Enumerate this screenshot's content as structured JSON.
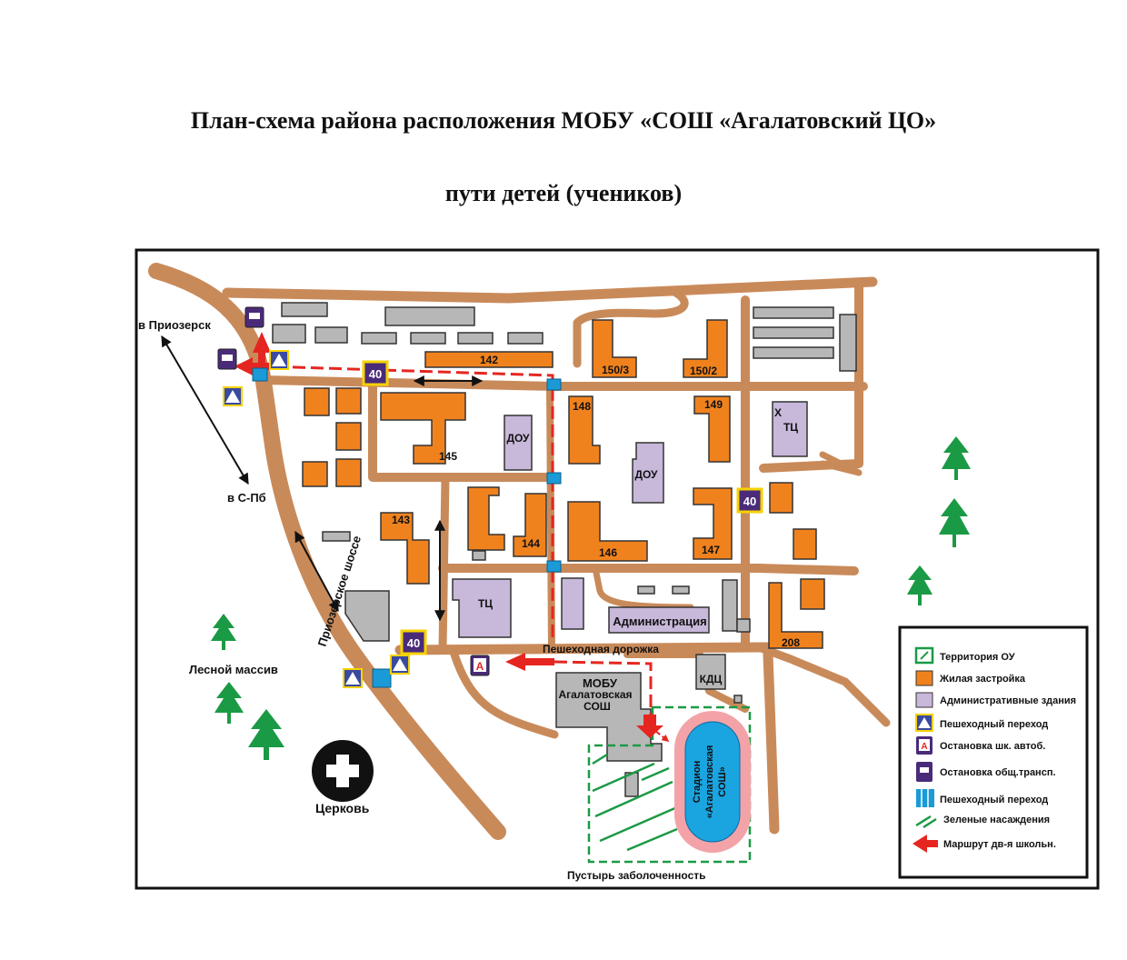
{
  "header": {
    "title": "План-схема района расположения МОБУ «СОШ «Агалатовский ЦО»",
    "subtitle": "пути детей (учеников)"
  },
  "colors": {
    "road": "#c98a5a",
    "residential": "#f0821e",
    "admin": "#c8b8da",
    "other_building": "#b7b7b7",
    "route": "#e52620",
    "crossing": "#1a9ad6",
    "tree": "#1b9a45",
    "school_boundary": "#1b9a45",
    "stadium_track": "#f3a3a8",
    "stadium_field": "#1aa4e0",
    "bus_sign": "#4a2b7a",
    "speed_sign_border": "#f6d200"
  },
  "map": {
    "directions": {
      "north": "в Приозерск",
      "south": "в С-Пб"
    },
    "road_names": {
      "highway": "Приозерское шоссе",
      "footpath": "Пешеходная дорожка"
    },
    "houses": {
      "h142": "142",
      "h150_3": "150/3",
      "h150_2": "150/2",
      "h148": "148",
      "h149": "149",
      "h145": "145",
      "h143": "143",
      "h144": "144",
      "h146": "146",
      "h147": "147",
      "h208": "208"
    },
    "admin_buildings": {
      "dou1": "ДОУ",
      "dou2": "ДОУ",
      "tc1": "ТЦ",
      "tc2": "ТЦ",
      "tc2_mark": "Х",
      "administration": "Администрация"
    },
    "school": {
      "line1": "МОБУ",
      "line2": "Агалатовская",
      "line3": "СОШ"
    },
    "stadium": {
      "line1": "Стадион",
      "line2": "«Агалатовская",
      "line3": "СОШ»"
    },
    "kdc": "КДЦ",
    "speed_limit": "40",
    "school_bus_letter": "А",
    "forest": "Лесной массив",
    "church": "Церковь",
    "wasteland": "Пустырь заболоченность"
  },
  "legend": {
    "items": [
      {
        "key": "territory",
        "label": "Территория ОУ"
      },
      {
        "key": "residential",
        "label": "Жилая застройка"
      },
      {
        "key": "admin",
        "label": "Административные здания"
      },
      {
        "key": "crossing_sign",
        "label": "Пешеходный переход"
      },
      {
        "key": "school_bus",
        "label": "Остановка шк. автоб."
      },
      {
        "key": "public_bus",
        "label": "Остановка общ.трансп."
      },
      {
        "key": "crossing",
        "label": "Пешеходный переход"
      },
      {
        "key": "green",
        "label": "Зеленые насаждения"
      },
      {
        "key": "route",
        "label": "Маршрут дв-я школьн."
      }
    ]
  }
}
